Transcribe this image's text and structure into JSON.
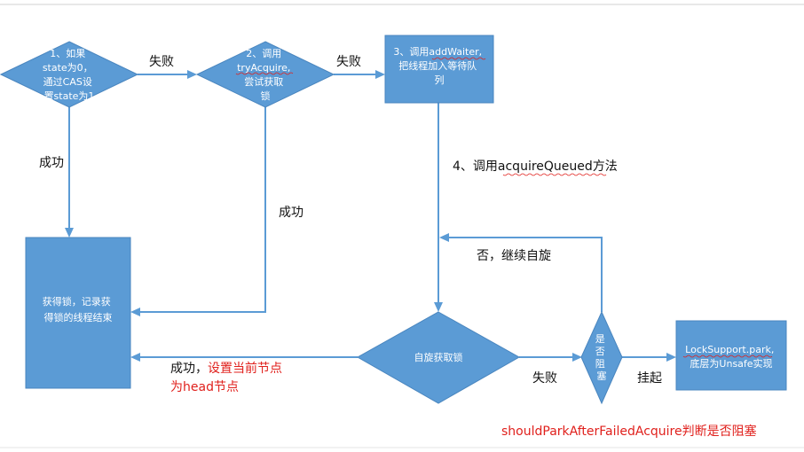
{
  "nodes": {
    "d1": [
      "1、如果",
      "state为0，",
      "通过CAS设",
      "置state为1"
    ],
    "d2": [
      "2、调用",
      "tryAcquire,",
      "尝试获取",
      "锁"
    ],
    "b3": [
      "3、调用addWaiter,",
      "把线程加入等待队",
      "列"
    ],
    "success_box": [
      "获得锁，记录获",
      "得锁的线程结束"
    ],
    "spin": [
      "自旋获取锁"
    ],
    "block": [
      "是",
      "否",
      "阻",
      "塞"
    ],
    "park": [
      "LockSupport.park,",
      "底层为Unsafe实现"
    ]
  },
  "labels": {
    "fail1": "失败",
    "fail2": "失败",
    "success1": "成功",
    "success2": "成功",
    "step4": "4、调用acquireQueued方法",
    "no_continue": "否，继续自旋",
    "success3_black": "成功，",
    "success3_red1": "设置当前节点",
    "success3_red2": "为head节点",
    "fail3": "失败",
    "suspend": "挂起",
    "footer": "shouldParkAfterFailedAcquire判断是否阻塞"
  }
}
